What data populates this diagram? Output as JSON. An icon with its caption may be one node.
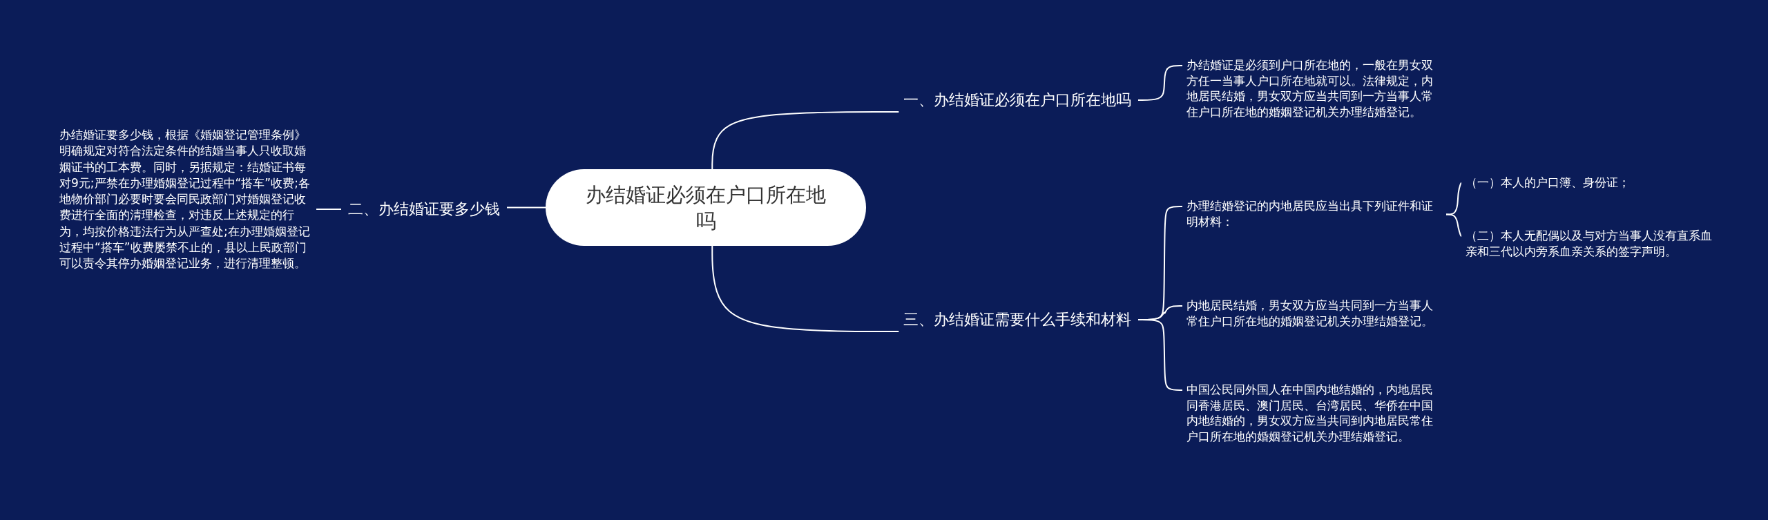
{
  "diagram": {
    "nodes": [
      {
        "text": [
          "办结婚证必须在户口所在地吗"
        ]
      },
      {
        "text": [
          "一、办结婚证必须在户口所在地吗"
        ]
      },
      {
        "text": [
          "二、办结婚证要多少钱"
        ]
      },
      {
        "text": [
          "三、办结婚证需要什么手续和材料"
        ]
      },
      {
        "text": [
          "办结婚证是必须到户口所在地的，一般在男女双方任一当事人户口所在地就可以。法律规定，内地居民结婚，男女双方应当共同到一方当事人常住户口所在地的婚姻登记机关办理结婚登记。"
        ]
      },
      {
        "text": [
          "办结婚证要多少钱，根据《婚姻登记管理条例》明确规定对符合法定条件的结婚当事人只收取婚姻证书的工本费。同时，另据规定：结婚证书每对9元;严禁在办理婚姻登记过程中“搭车”收费;各地物价部门必要时要会同民政部门对婚姻登记收费进行全面的清理检查，对违反上述规定的行为，均按价格违法行为从严查处;在办理婚姻登记过程中“搭车”收费屡禁不止的，县以上民政部门可以责令其停办婚姻登记业务，进行清理整顿。"
        ]
      },
      {
        "text": [
          "办理结婚登记的内地居民应当出具下列证件和证明材料："
        ]
      },
      {
        "text": [
          "内地居民结婚，男女双方应当共同到一方当事人常住户口所在地的婚姻登记机关办理结婚登记。"
        ]
      },
      {
        "text": [
          "中国公民同外国人在中国内地结婚的，内地居民同香港居民、澳门居民、台湾居民、华侨在中国内地结婚的，男女双方应当共同到内地居民常住户口所在地的婚姻登记机关办理结婚登记。"
        ]
      },
      {
        "text": [
          "（一）本人的户口簿、身份证；"
        ]
      },
      {
        "text": [
          "（二）本人无配偶以及与对方当事人没有直系血亲和三代以内旁系血亲关系的签字声明。"
        ]
      }
    ],
    "edges": [
      {
        "from": 0,
        "to": 1,
        "arrow": "none"
      },
      {
        "from": 0,
        "to": 2,
        "arrow": "none"
      },
      {
        "from": 0,
        "to": 3,
        "arrow": "none"
      },
      {
        "from": 1,
        "to": 4,
        "arrow": "none"
      },
      {
        "from": 2,
        "to": 5,
        "arrow": "none"
      },
      {
        "from": 3,
        "to": 6,
        "arrow": "none"
      },
      {
        "from": 3,
        "to": 7,
        "arrow": "none"
      },
      {
        "from": 3,
        "to": 8,
        "arrow": "none"
      },
      {
        "from": 6,
        "to": 9,
        "arrow": "none"
      },
      {
        "from": 6,
        "to": 10,
        "arrow": "none"
      }
    ]
  }
}
